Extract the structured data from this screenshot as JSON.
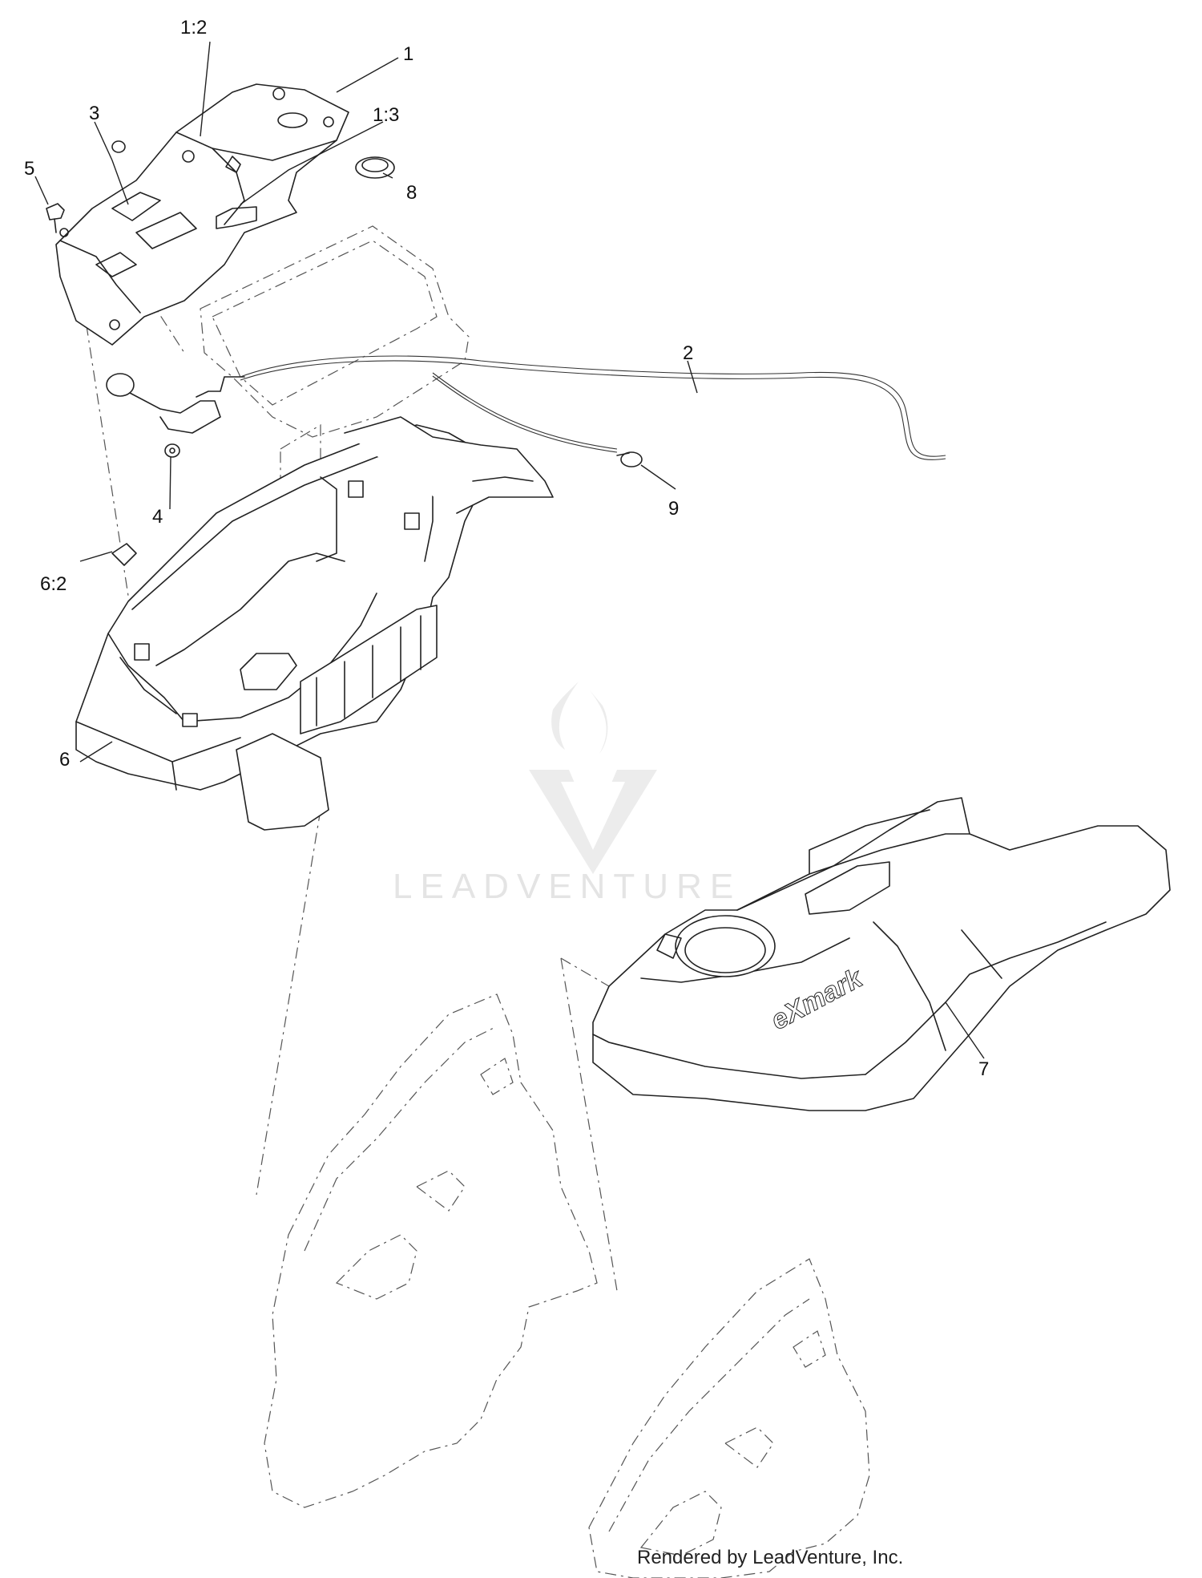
{
  "diagram": {
    "callouts": [
      {
        "id": "1",
        "label": "1"
      },
      {
        "id": "1-2",
        "label": "1:2"
      },
      {
        "id": "1-3",
        "label": "1:3"
      },
      {
        "id": "2",
        "label": "2"
      },
      {
        "id": "3",
        "label": "3"
      },
      {
        "id": "4",
        "label": "4"
      },
      {
        "id": "5",
        "label": "5"
      },
      {
        "id": "6",
        "label": "6"
      },
      {
        "id": "6-2",
        "label": "6:2"
      },
      {
        "id": "7",
        "label": "7"
      },
      {
        "id": "8",
        "label": "8"
      },
      {
        "id": "9",
        "label": "9"
      }
    ],
    "watermark": "LEADVENTURE",
    "console_logo": "eXmark",
    "credit": "Rendered by LeadVenture, Inc."
  }
}
